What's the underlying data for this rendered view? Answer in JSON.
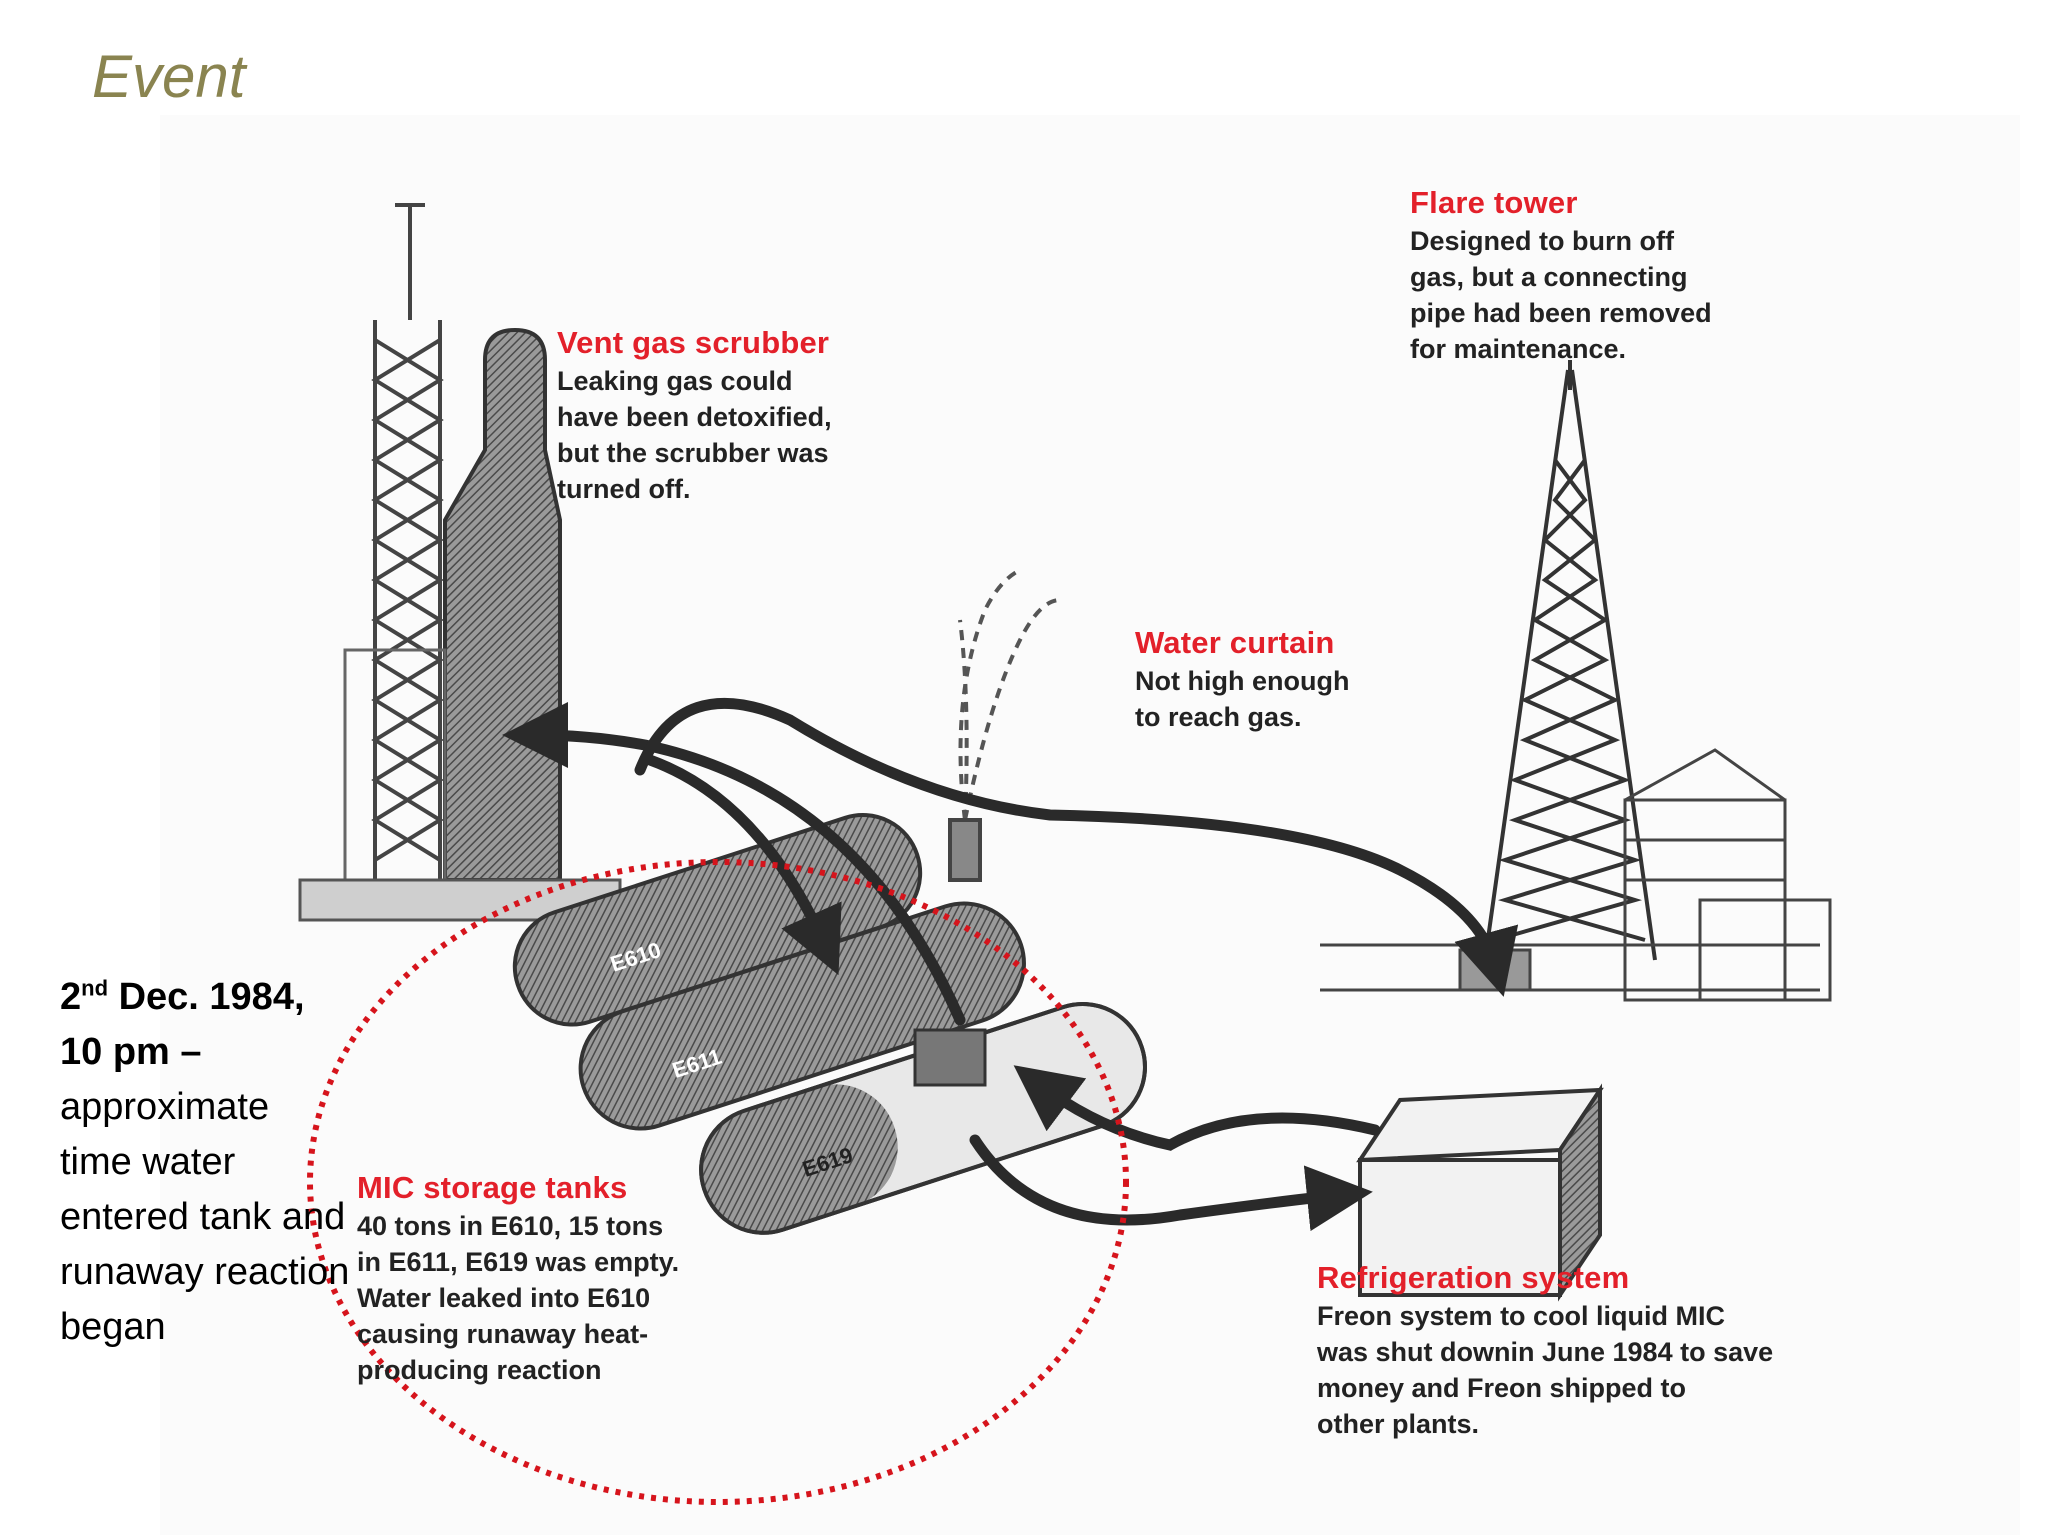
{
  "slide": {
    "title": "Event"
  },
  "note": {
    "day": "2",
    "day_suffix": "nd",
    "date_rest": " Dec. 1984,",
    "time": "10 pm –",
    "text": "approximate time water entered tank and runaway reaction began"
  },
  "callouts": {
    "vent_gas_scrubber": {
      "title": "Vent gas scrubber",
      "body": "Leaking gas could\nhave been detoxified,\nbut the scrubber was\nturned off."
    },
    "flare_tower": {
      "title": "Flare tower",
      "body": "Designed to burn off\ngas, but a connecting\npipe had been removed\nfor maintenance."
    },
    "water_curtain": {
      "title": "Water curtain",
      "body": "Not high enough\nto reach gas."
    },
    "mic_storage_tanks": {
      "title": "MIC storage tanks",
      "body": "40 tons in E610, 15 tons\nin E611, E619 was empty.\nWater leaked into E610\ncausing runaway heat-\nproducing reaction"
    },
    "refrigeration_system": {
      "title": "Refrigeration system",
      "body": "Freon system to cool liquid MIC\nwas shut downin June 1984 to save\nmoney and Freon shipped to\nother plants."
    }
  },
  "tanks": [
    "E610",
    "E611",
    "E619"
  ],
  "colors": {
    "title": "#8a8450",
    "callout_title": "#e3202a",
    "highlight_circle": "#d6141c",
    "ink": "#2a2a2a"
  }
}
